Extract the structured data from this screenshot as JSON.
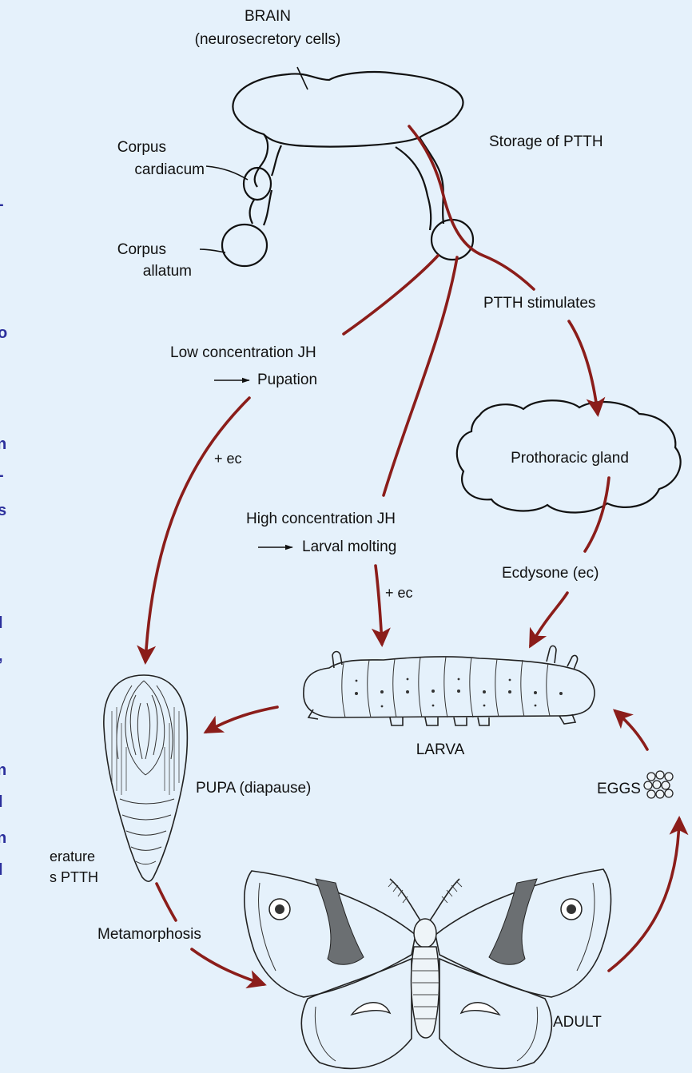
{
  "labels": {
    "brain": "BRAIN",
    "brain_sub": "(neurosecretory cells)",
    "corpus_cardiacum_1": "Corpus",
    "corpus_cardiacum_2": "cardiacum",
    "corpus_allatum_1": "Corpus",
    "corpus_allatum_2": "allatum",
    "storage": "Storage of PTTH",
    "ptth_stimulates": "PTTH stimulates",
    "low_jh_1": "Low concentration JH",
    "low_jh_2": "Pupation",
    "plus_ec_left": "+ ec",
    "prothoracic": "Prothoracic gland",
    "high_jh_1": "High concentration JH",
    "high_jh_2": "Larval molting",
    "plus_ec_mid": "+ ec",
    "ecdysone": "Ecdysone (ec)",
    "larva": "LARVA",
    "pupa": "PUPA (diapause)",
    "eggs": "EGGS",
    "metamorphosis": "Metamorphosis",
    "adult": "ADULT",
    "cut_temp": "erature",
    "cut_ptth": "s PTTH"
  },
  "edge_glyphs": [
    "-",
    "o",
    "n",
    "-",
    "s",
    "l",
    ",",
    "n",
    "l",
    "n",
    "l"
  ],
  "colors": {
    "background": "#e5f1fb",
    "arrow": "#8b1d1a",
    "edge_text": "#2b2f9c",
    "ink": "#111111"
  }
}
